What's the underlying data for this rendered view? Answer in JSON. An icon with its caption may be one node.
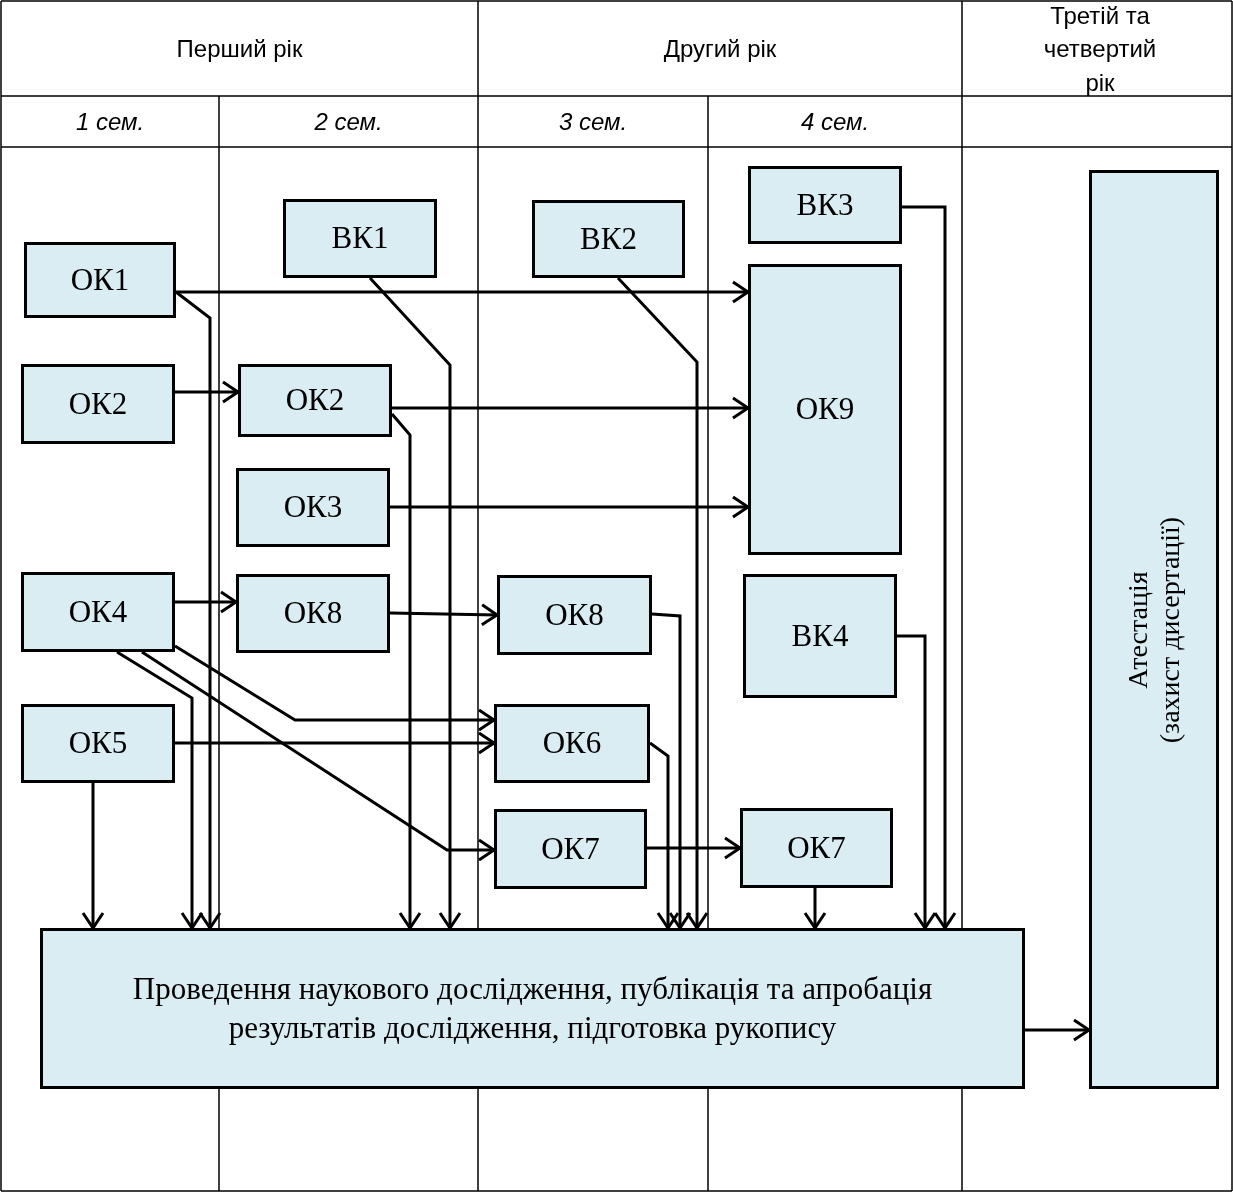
{
  "diagram": {
    "nodes": [
      {
        "text": [
          "ОК1"
        ]
      },
      {
        "text": [
          "ВК1"
        ]
      },
      {
        "text": [
          "ВК2"
        ]
      },
      {
        "text": [
          "ВК3"
        ]
      },
      {
        "text": [
          "ОК2"
        ]
      },
      {
        "text": [
          "ОК2"
        ]
      },
      {
        "text": [
          "ОК9"
        ]
      },
      {
        "text": [
          "ОК3"
        ]
      },
      {
        "text": [
          "ОК4"
        ]
      },
      {
        "text": [
          "ОК8"
        ]
      },
      {
        "text": [
          "ОК8"
        ]
      },
      {
        "text": [
          "ВК4"
        ]
      },
      {
        "text": [
          "ОК5"
        ]
      },
      {
        "text": [
          "ОК6"
        ]
      },
      {
        "text": [
          "ОК7"
        ]
      },
      {
        "text": [
          "ОК7"
        ]
      },
      {
        "text": [
          "Проведення наукового дослідження, публікація та апробація результатів дослідження, підготовка рукопису"
        ]
      },
      {
        "text": [
          "Атестація",
          "(захист дисертації)"
        ]
      }
    ],
    "edges": [
      {
        "from": 0,
        "to": 6,
        "arrow": "to"
      },
      {
        "from": 0,
        "to": 16,
        "arrow": "to"
      },
      {
        "from": 1,
        "to": 16,
        "arrow": "to"
      },
      {
        "from": 2,
        "to": 16,
        "arrow": "to"
      },
      {
        "from": 3,
        "to": 16,
        "arrow": "to"
      },
      {
        "from": 4,
        "to": 5,
        "arrow": "to"
      },
      {
        "from": 5,
        "to": 6,
        "arrow": "to"
      },
      {
        "from": 5,
        "to": 16,
        "arrow": "to"
      },
      {
        "from": 7,
        "to": 6,
        "arrow": "to"
      },
      {
        "from": 8,
        "to": 9,
        "arrow": "to"
      },
      {
        "from": 8,
        "to": 13,
        "arrow": "to"
      },
      {
        "from": 8,
        "to": 14,
        "arrow": "to"
      },
      {
        "from": 8,
        "to": 16,
        "arrow": "to"
      },
      {
        "from": 9,
        "to": 10,
        "arrow": "to"
      },
      {
        "from": 10,
        "to": 16,
        "arrow": "to"
      },
      {
        "from": 12,
        "to": 13,
        "arrow": "to"
      },
      {
        "from": 12,
        "to": 16,
        "arrow": "to"
      },
      {
        "from": 13,
        "to": 16,
        "arrow": "to"
      },
      {
        "from": 14,
        "to": 15,
        "arrow": "to"
      },
      {
        "from": 15,
        "to": 16,
        "arrow": "to"
      },
      {
        "from": 11,
        "to": 16,
        "arrow": "to"
      },
      {
        "from": 16,
        "to": 17,
        "arrow": "to"
      }
    ],
    "labels": [
      "Перший рік",
      "Другий рік",
      "Третій та четвертий рік",
      "1 сем.",
      "2 сем.",
      "3 сем.",
      "4 сем."
    ]
  }
}
